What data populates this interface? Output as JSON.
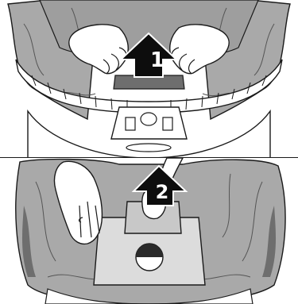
{
  "steps": [
    {
      "number": "1",
      "action": "lift"
    },
    {
      "number": "2",
      "action": "pull-out-bag"
    }
  ],
  "colors": {
    "line": "#1a1a1a",
    "bag_fill": "#a9a9a9",
    "bag_dark": "#6e6e6e",
    "skin": "#ffffff",
    "arrow": "#0d0d0d",
    "arrow_text": "#ffffff",
    "background": "#ffffff"
  }
}
